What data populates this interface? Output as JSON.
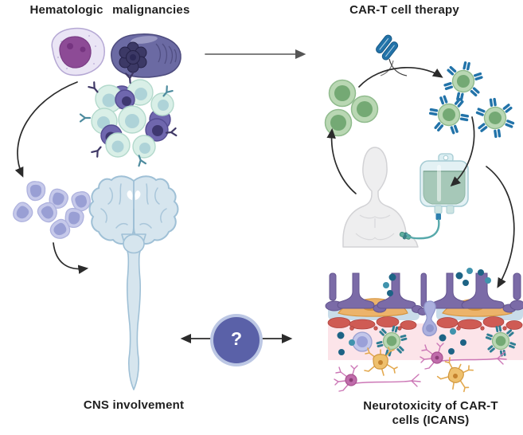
{
  "figure": {
    "title_left": "Hematologic malignancies",
    "title_right": "CAR-T cell therapy",
    "label_cns": "CNS involvement",
    "label_neurotoxicity_line1": "Neurotoxicity of CAR-T",
    "label_neurotoxicity_line2": "cells (ICANS)",
    "question_mark": "?",
    "colors": {
      "background": "#ffffff",
      "text": "#1f1f1f",
      "arrow_black": "#2b2b2b",
      "arrow_gray": "#6e6e6e",
      "question_circle_fill": "#5a61a8",
      "question_circle_ring": "#bcc7e4",
      "lymphoblast_cytoplasm": "#eae5f5",
      "lymphoblast_nucleus": "#8d4b96",
      "myeloid_body": "#6b6aa3",
      "myeloid_nucleus": "#39366a",
      "tumor_mint": "#d9efe7",
      "tumor_purple": "#6f67ae",
      "t_cell_green": "#b9d7b3",
      "t_cell_nucleus": "#74a974",
      "car_receptor_blue": "#2273a9",
      "car_receptor_teal": "#2f7e93",
      "cns_blue_fill": "#d6e5ee",
      "cns_blue_stroke": "#9fc0d6",
      "cluster_periwinkle": "#c6c9ea",
      "cluster_nucleus": "#999fd4",
      "patient_gray": "#eeeeef",
      "iv_bag_shell": "#e3f1f4",
      "iv_bag_liquid": "#a6c8b8",
      "iv_tube_teal": "#57a9ab",
      "astrocyte_purple": "#7b6ba7",
      "pericyte_orange": "#ecb36a",
      "endothelium_red": "#cf5b54",
      "basement_blue": "#c9dce9",
      "parenchyma_pink": "#fce4e9",
      "neuron_magenta": "#c06cab",
      "microglia_orange": "#eec06d",
      "cytokine_dark": "#1d6385",
      "cytokine_light": "#4093ad",
      "migrating_cell": "#abb0de"
    }
  }
}
